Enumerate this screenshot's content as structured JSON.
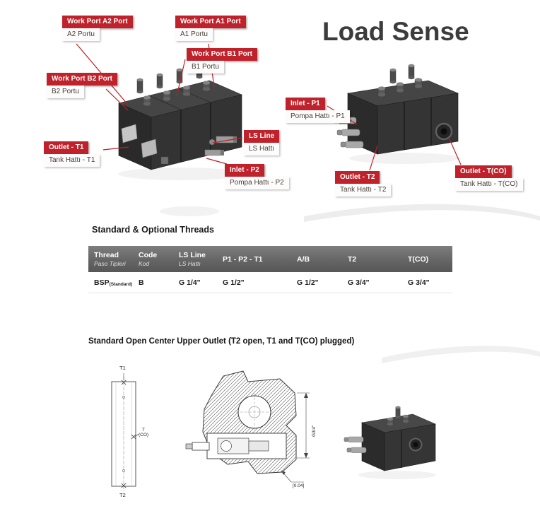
{
  "page": {
    "title": "Load Sense"
  },
  "callouts": [
    {
      "title": "Work Port A2 Port",
      "subtitle": "A2 Portu"
    },
    {
      "title": "Work Port A1 Port",
      "subtitle": "A1 Portu"
    },
    {
      "title": "Work Port B1 Port",
      "subtitle": "B1 Portu"
    },
    {
      "title": "Work Port B2 Port",
      "subtitle": "B2 Portu"
    },
    {
      "title": "Outlet - T1",
      "subtitle": "Tank Hattı - T1"
    },
    {
      "title": "LS Line",
      "subtitle": "LS Hattı"
    },
    {
      "title": "Inlet - P2",
      "subtitle": "Pompa Hattı - P2"
    },
    {
      "title": "Inlet - P1",
      "subtitle": "Pompa Hattı - P1"
    },
    {
      "title": "Outlet - T2",
      "subtitle": "Tank Hattı - T2"
    },
    {
      "title": "Outlet - T(CO)",
      "subtitle": "Tank Hattı - T(CO)"
    }
  ],
  "threads_table": {
    "title": "Standard & Optional Threads",
    "headers": [
      {
        "main": "Thread",
        "sub": "Paso Tipleri"
      },
      {
        "main": "Code",
        "sub": "Kod"
      },
      {
        "main": "LS Line",
        "sub": "LS Hattı"
      },
      {
        "main": "P1 - P2 - T1",
        "sub": ""
      },
      {
        "main": "A/B",
        "sub": ""
      },
      {
        "main": "T2",
        "sub": ""
      },
      {
        "main": "T(CO)",
        "sub": ""
      }
    ],
    "rows": [
      {
        "thread": "BSP",
        "thread_note": "(Standard)",
        "code": "B",
        "ls_line": "G 1/4\"",
        "p1_p2_t1": "G 1/2\"",
        "a_b": "G 1/2\"",
        "t2": "G 3/4\"",
        "t_co": "G 3/4\""
      }
    ]
  },
  "section": {
    "title": "Standard Open Center Upper Outlet (T2 open, T1 and T(CO) plugged)"
  },
  "drawings": {
    "t1": "T1",
    "t_co_line1": "T",
    "t_co_line2": "(CO)",
    "t2": "T2",
    "dim_vertical": "G3/4\"",
    "tolerance": "[0.04]"
  },
  "colors": {
    "accent_red": "#c0222b",
    "table_header_gray": "#6b6b6b",
    "title_gray": "#3c3c3c"
  }
}
